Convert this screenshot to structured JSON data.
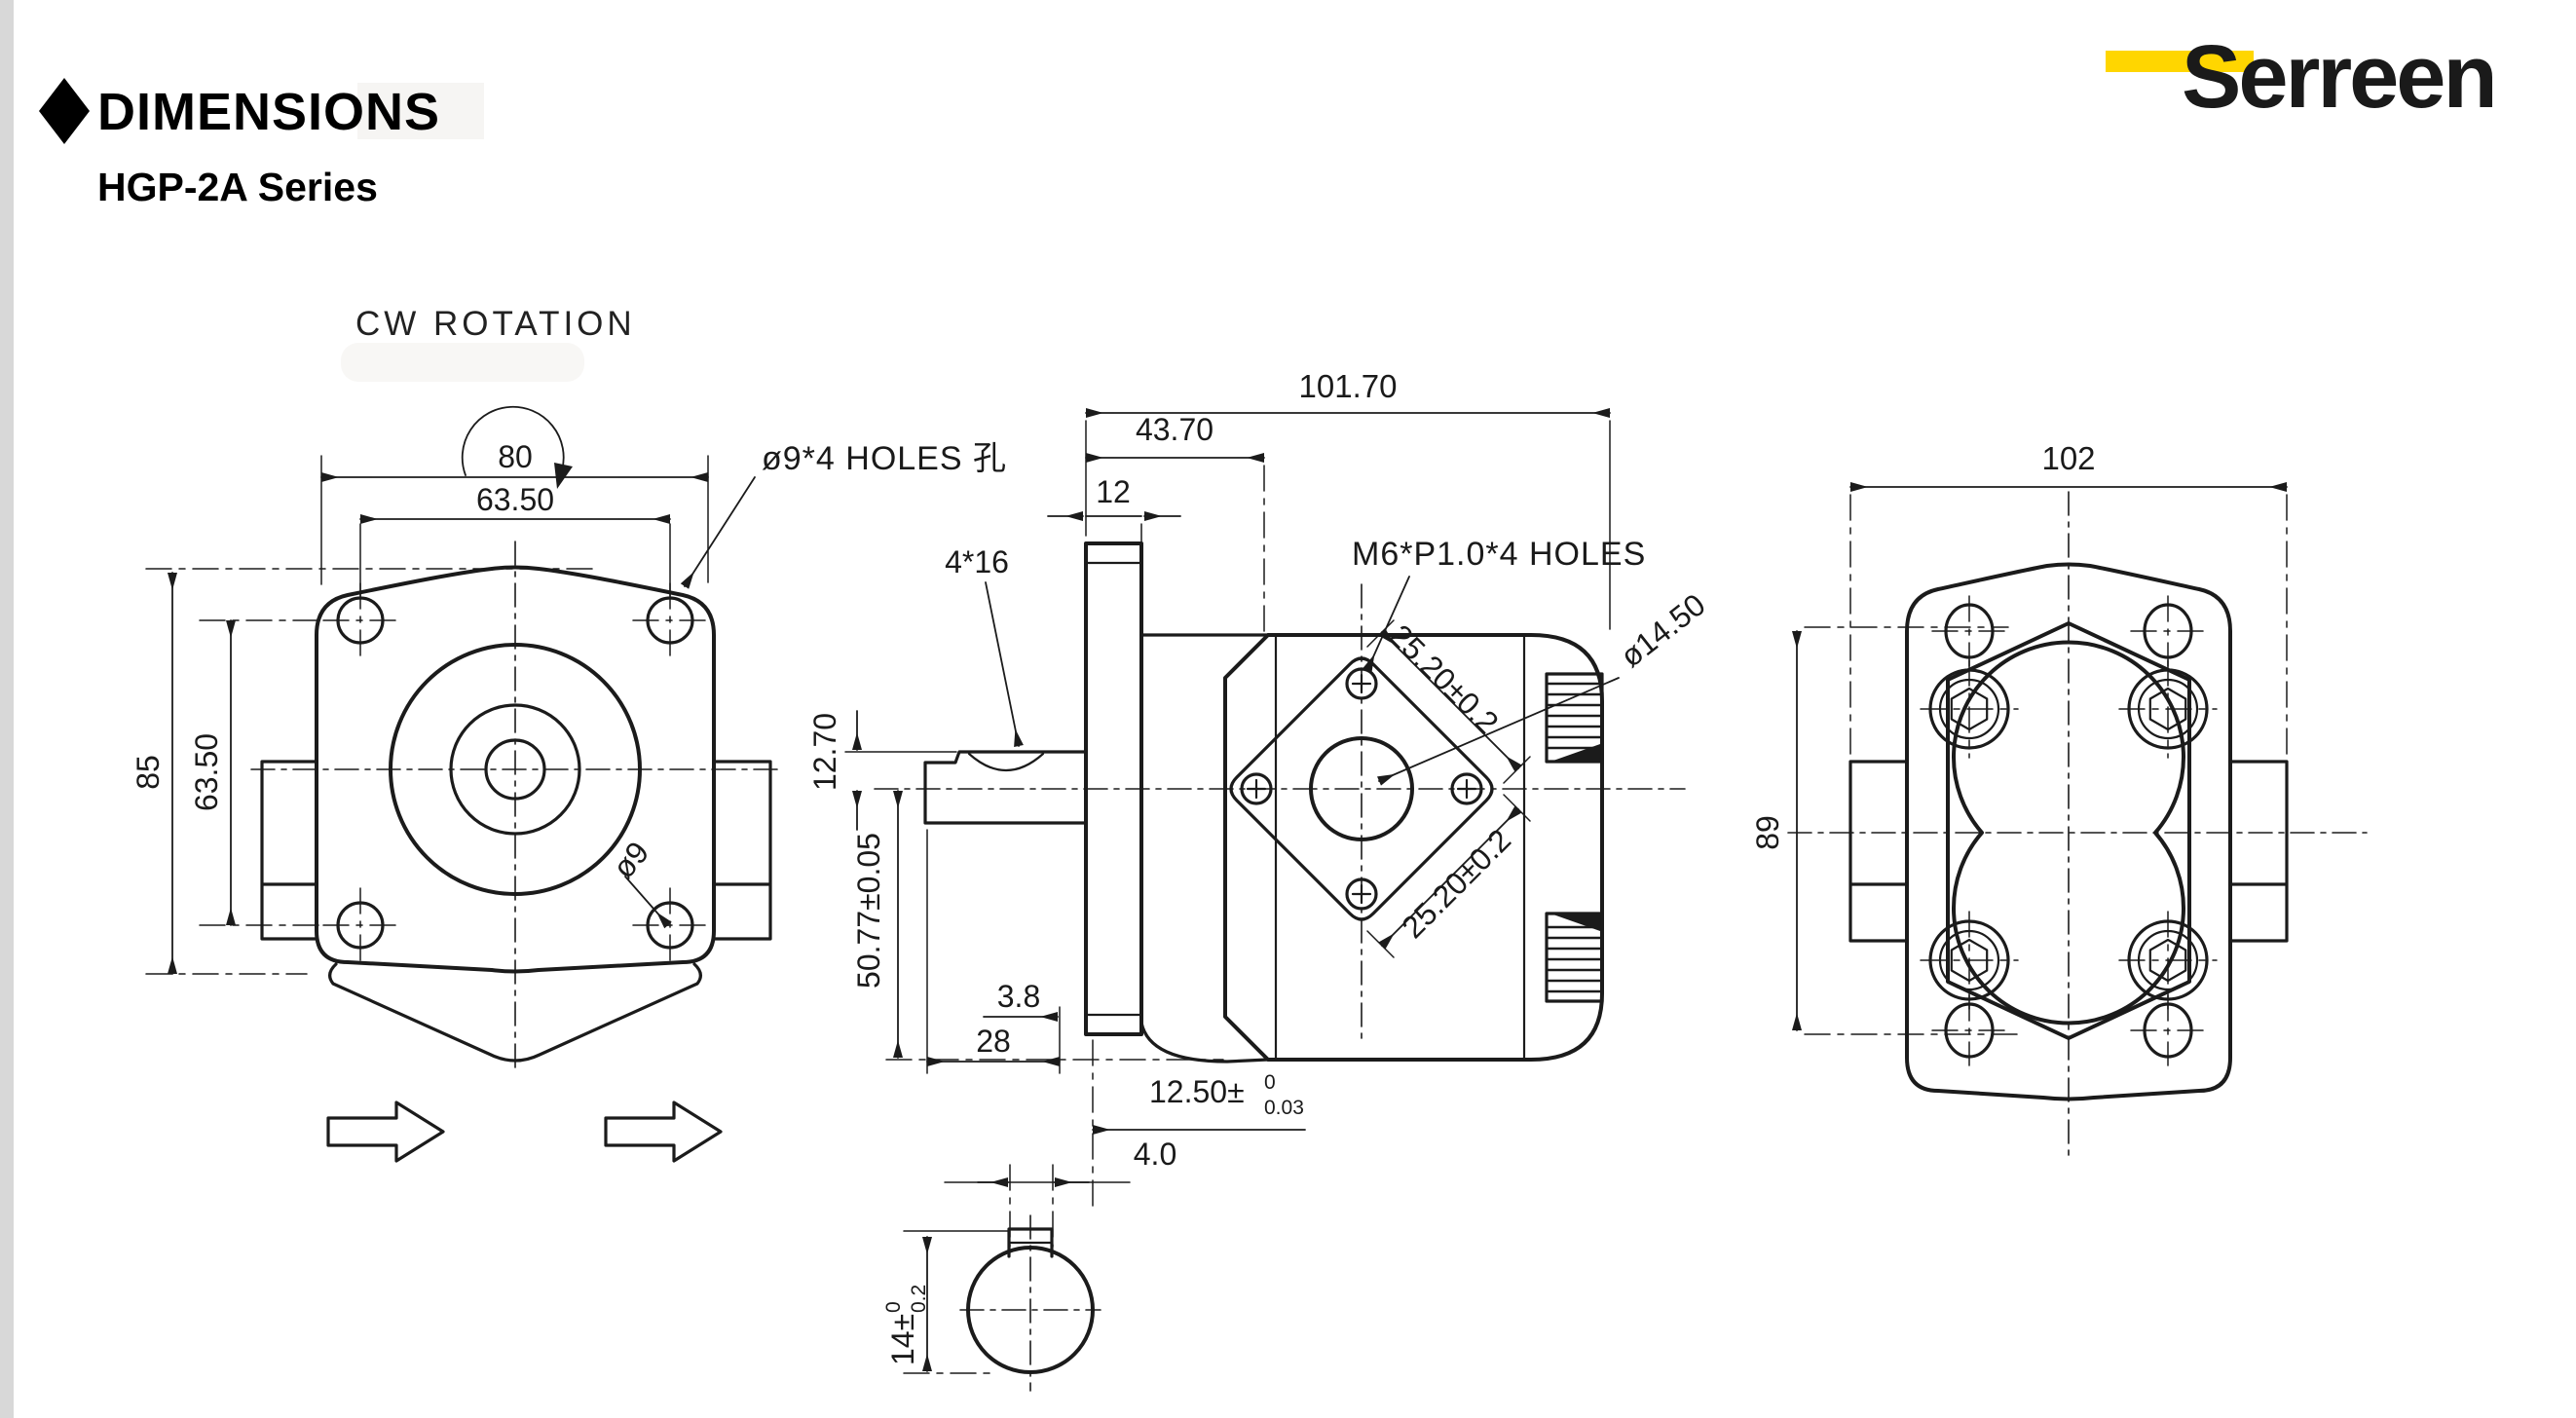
{
  "header": {
    "title": "DIMENSIONS",
    "subtitle": "HGP-2A Series"
  },
  "logo": {
    "text": "Serreen",
    "color": "#FFD600"
  },
  "front_view": {
    "caption": "CW ROTATION",
    "dim_width": "80",
    "dim_bolt_spacing_h": "63.50",
    "dim_height": "85",
    "dim_bolt_spacing_v": "63.50",
    "hole_note": "ø9*4 HOLES 孔",
    "hole_dia": "ø9"
  },
  "side_view": {
    "dim_total_length": "101.70",
    "dim_front_length": "43.70",
    "dim_flange_thickness": "12",
    "key_spec": "4*16",
    "dim_key_height": "12.70",
    "dim_center_height": "50.77±0.05",
    "thread_note": "M6*P1.0*4 HOLES",
    "dim_pilot_dia": "ø14.50",
    "dim_port_square_upper": "25.20±0.2",
    "dim_port_square_lower": "25.20±0.2",
    "dim_step": "3.8",
    "dim_shaft_length": "28",
    "dim_key_length": "12.50±",
    "dim_key_length_tol_upper": "0",
    "dim_key_length_tol_lower": "0.03",
    "dim_key_width": "4.0",
    "dim_shaft_flat": "14±",
    "dim_shaft_flat_tol_upper": "0",
    "dim_shaft_flat_tol_lower": "0.2"
  },
  "rear_view": {
    "dim_total_width": "102",
    "dim_cover_height": "89"
  }
}
